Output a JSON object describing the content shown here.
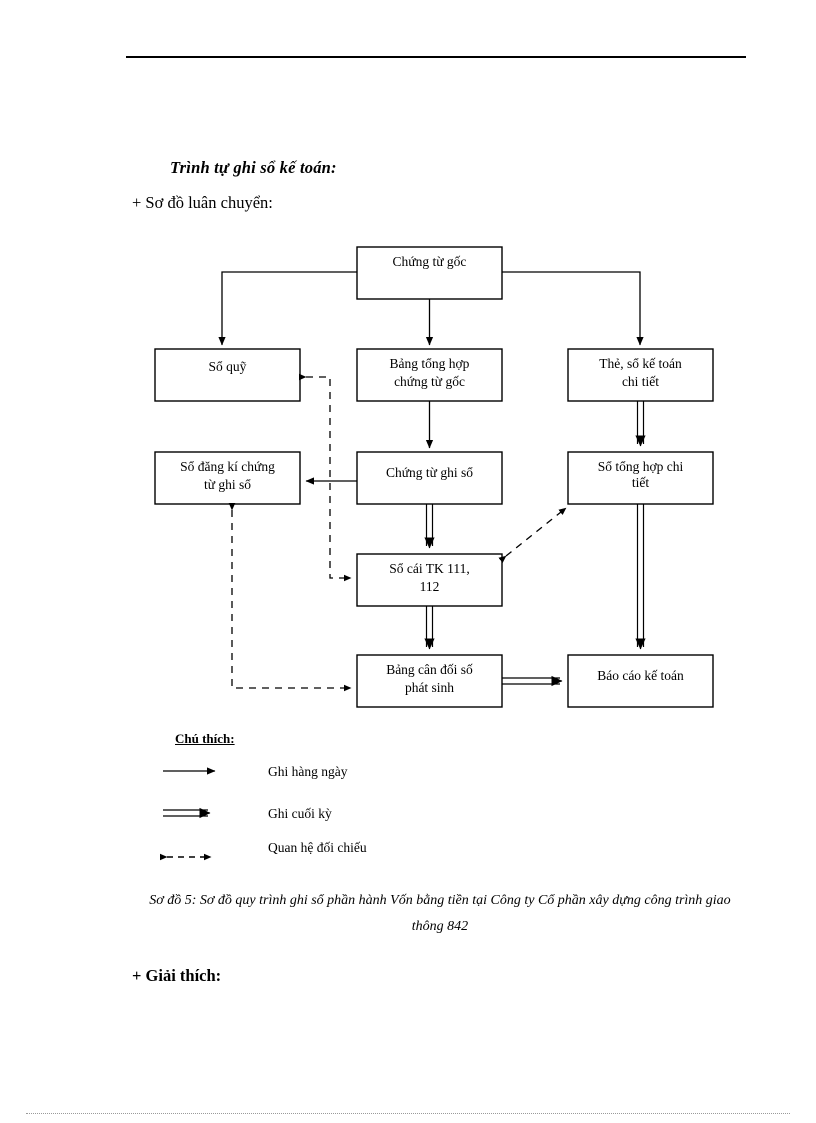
{
  "document": {
    "heading_order": "Trình tự ghi sổ kế toán:",
    "heading_flowchart": "+ Sơ đồ luân chuyển:",
    "heading_explain": "+ Giải thích:",
    "caption": "Sơ đồ 5: Sơ đồ quy trình ghi sổ phần hành Vốn bằng tiền  tại Công ty Cổ phần xây dựng công trình giao thông 842"
  },
  "flowchart": {
    "nodes": [
      {
        "id": "chung-tu-goc",
        "label_line1": "Chứng từ gốc",
        "label_line2": ""
      },
      {
        "id": "so-quy",
        "label_line1": "Sổ quỹ",
        "label_line2": ""
      },
      {
        "id": "bang-tong-hop-chung-tu-goc",
        "label_line1": "Bảng tổng hợp",
        "label_line2": "chứng từ gốc"
      },
      {
        "id": "the-so-ke-toan-chi-tiet",
        "label_line1": "Thẻ, sổ kế toán",
        "label_line2": "chi tiết"
      },
      {
        "id": "so-dang-ki-chung-tu-ghi-so",
        "label_line1": "Sổ đăng kí chứng",
        "label_line2": "từ ghi sổ"
      },
      {
        "id": "chung-tu-ghi-so",
        "label_line1": "Chứng từ ghi sổ",
        "label_line2": ""
      },
      {
        "id": "so-tong-hop-chi-tiet",
        "label_line1": "Sổ tổng hợp chi",
        "label_line2": "tiết"
      },
      {
        "id": "so-cai-tk",
        "label_line1": "Sổ cái TK 111,",
        "label_line2": "112"
      },
      {
        "id": "bang-can-doi-so-phat-sinh",
        "label_line1": "Bảng cân đối số",
        "label_line2": "phát sinh"
      },
      {
        "id": "bao-cao-ke-toan",
        "label_line1": "Báo cáo kế toán",
        "label_line2": ""
      }
    ]
  },
  "legend": {
    "title": "Chú thích:",
    "items": [
      {
        "id": "daily",
        "label": "Ghi hàng ngày",
        "style": "single-arrow"
      },
      {
        "id": "period-end",
        "label": "Ghi cuối kỳ",
        "style": "double-arrow"
      },
      {
        "id": "cross-check",
        "label": "Quan hệ đối chiếu",
        "style": "dashed-double-head"
      }
    ]
  },
  "colors": {
    "ink": "#000000",
    "paper": "#ffffff",
    "footer_rule": "#9a9a9a"
  }
}
